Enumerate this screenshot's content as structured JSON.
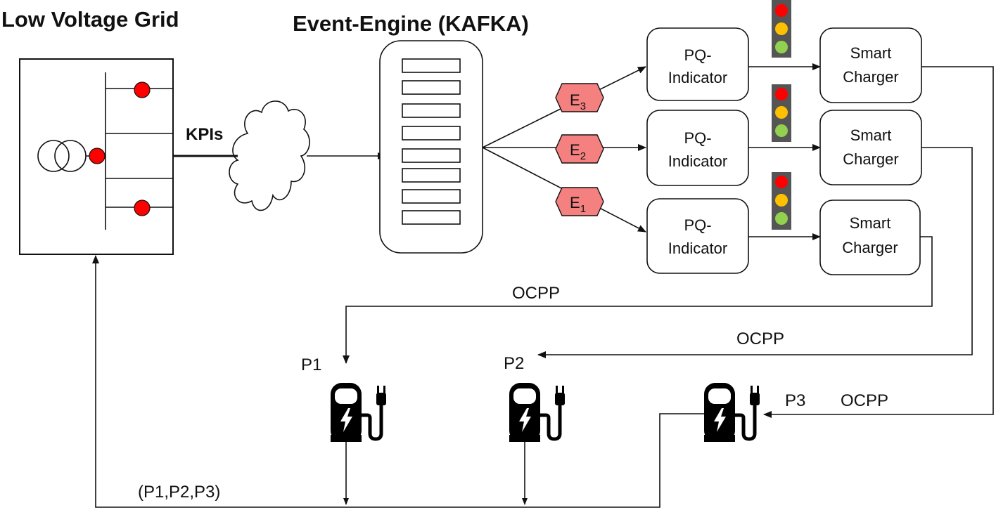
{
  "colors": {
    "line": "#111111",
    "node_red": "#ff0000",
    "event_fill": "#f48080",
    "light_housing": "#555555",
    "light_red": "#ff0000",
    "light_yellow": "#ffc000",
    "light_green": "#92d050",
    "charger_black": "#000000"
  },
  "grid": {
    "title": "Low Voltage Grid",
    "kpi_label": "KPIs"
  },
  "engine": {
    "title": "Event-Engine (KAFKA)"
  },
  "events": [
    {
      "id": "e3",
      "letter": "E",
      "sub": "3"
    },
    {
      "id": "e2",
      "letter": "E",
      "sub": "2"
    },
    {
      "id": "e1",
      "letter": "E",
      "sub": "1"
    }
  ],
  "indicators": [
    {
      "line1": "PQ-",
      "line2": "Indicator"
    },
    {
      "line1": "PQ-",
      "line2": "Indicator"
    },
    {
      "line1": "PQ-",
      "line2": "Indicator"
    }
  ],
  "chargers": [
    {
      "line1": "Smart",
      "line2": "Charger"
    },
    {
      "line1": "Smart",
      "line2": "Charger"
    },
    {
      "line1": "Smart",
      "line2": "Charger"
    }
  ],
  "ocpp": [
    "OCPP",
    "OCPP",
    "OCPP"
  ],
  "stations": [
    {
      "label": "P1",
      "icon": "ev-charger-icon"
    },
    {
      "label": "P2",
      "icon": "ev-charger-icon"
    },
    {
      "label": "P3",
      "icon": "ev-charger-icon"
    }
  ],
  "feedback_label": "(P1,P2,P3)"
}
